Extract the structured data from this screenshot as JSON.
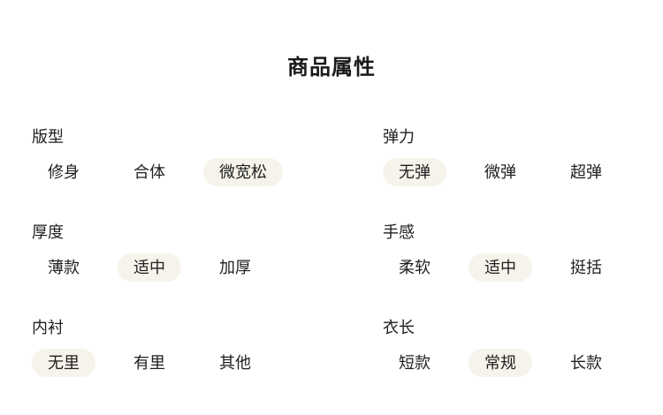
{
  "page": {
    "title": "商品属性"
  },
  "attributes": {
    "selected_bg": "#f6f3eb",
    "text_color": "#1f1f1f",
    "groups": [
      {
        "label": "版型",
        "options": [
          {
            "label": "修身",
            "selected": false
          },
          {
            "label": "合体",
            "selected": false
          },
          {
            "label": "微宽松",
            "selected": true
          }
        ]
      },
      {
        "label": "弹力",
        "options": [
          {
            "label": "无弹",
            "selected": true
          },
          {
            "label": "微弹",
            "selected": false
          },
          {
            "label": "超弹",
            "selected": false
          }
        ]
      },
      {
        "label": "厚度",
        "options": [
          {
            "label": "薄款",
            "selected": false
          },
          {
            "label": "适中",
            "selected": true
          },
          {
            "label": "加厚",
            "selected": false
          }
        ]
      },
      {
        "label": "手感",
        "options": [
          {
            "label": "柔软",
            "selected": false
          },
          {
            "label": "适中",
            "selected": true
          },
          {
            "label": "挺括",
            "selected": false
          }
        ]
      },
      {
        "label": "内衬",
        "options": [
          {
            "label": "无里",
            "selected": true
          },
          {
            "label": "有里",
            "selected": false
          },
          {
            "label": "其他",
            "selected": false
          }
        ]
      },
      {
        "label": "衣长",
        "options": [
          {
            "label": "短款",
            "selected": false
          },
          {
            "label": "常规",
            "selected": true
          },
          {
            "label": "长款",
            "selected": false
          }
        ]
      }
    ]
  }
}
